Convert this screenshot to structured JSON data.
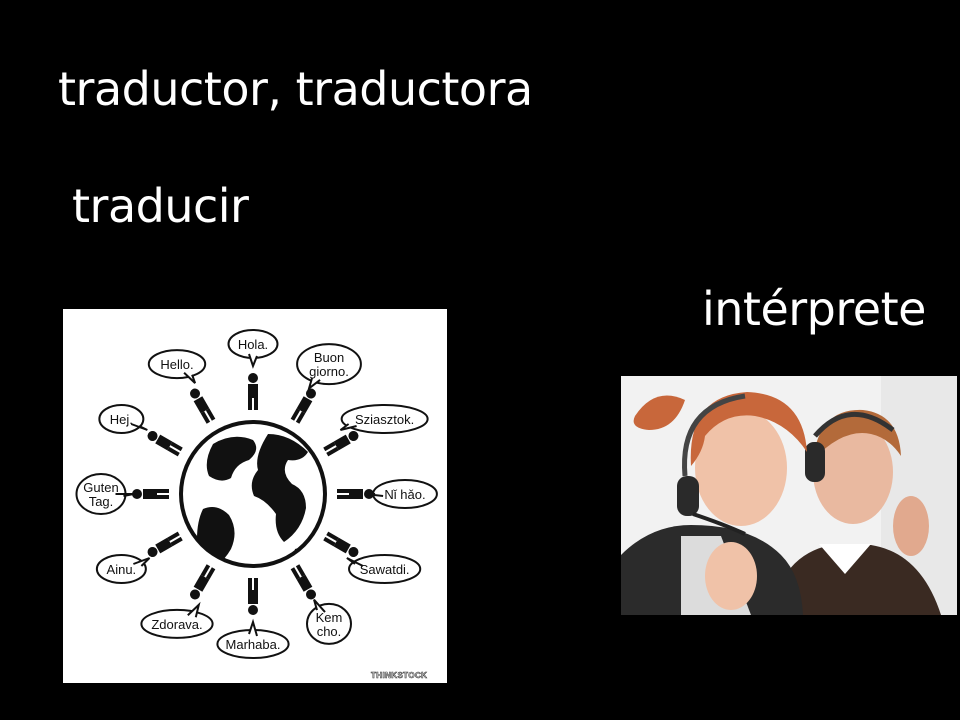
{
  "slide": {
    "words": [
      {
        "text": "traductor, traductora"
      },
      {
        "text": "traducir"
      },
      {
        "text": "intérprete"
      }
    ]
  },
  "globe_illustration": {
    "greetings": [
      [
        "Hola."
      ],
      [
        "Buon",
        "giorno."
      ],
      [
        "Sziasztok."
      ],
      [
        "Nǐ hǎo."
      ],
      [
        "Sawatdi."
      ],
      [
        "Kem",
        "cho."
      ],
      [
        "Marhaba."
      ],
      [
        "Zdorava."
      ],
      [
        "Ainu."
      ],
      [
        "Guten",
        "Tag."
      ],
      [
        "Hej."
      ],
      [
        "Hello."
      ]
    ],
    "watermark": "THINKSTOCK"
  },
  "photo": {
    "subject": "interpreters-with-headsets"
  },
  "colors": {
    "background": "#000000",
    "text": "#ffffff"
  }
}
